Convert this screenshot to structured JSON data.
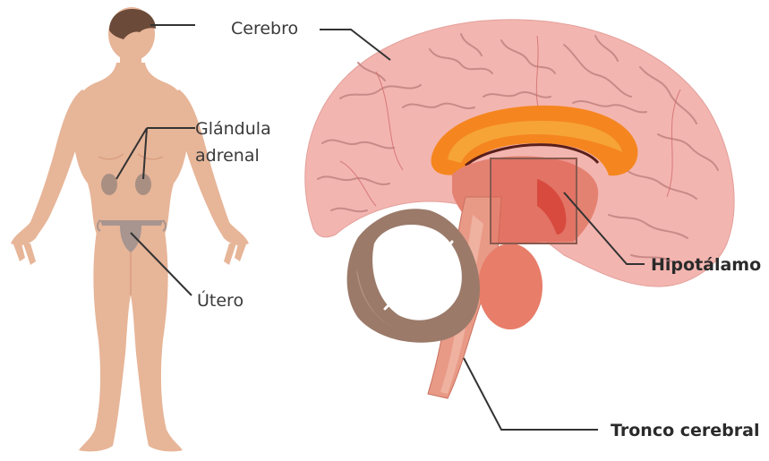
{
  "labels": {
    "cerebro": "Cerebro",
    "glandula_line1": "Glándula",
    "glandula_line2": "adrenal",
    "utero": "Útero",
    "hipotalamo": "Hipotálamo",
    "tronco": "Tronco cerebral"
  },
  "colors": {
    "skin": "#e7b598",
    "skin_shadow": "#d89f80",
    "hair": "#6b4a3a",
    "brain": "#f3b5b0",
    "brain_fold": "#c98a88",
    "corpus_callosum": "#f5861f",
    "corpus_inner": "#f6a436",
    "thalamus": "#e48272",
    "hypothalamus_box": "#8a5a50",
    "cerebellum": "#9b7a6a",
    "brainstem": "#e89a86",
    "pons": "#e87d6a",
    "leader": "#333333"
  }
}
